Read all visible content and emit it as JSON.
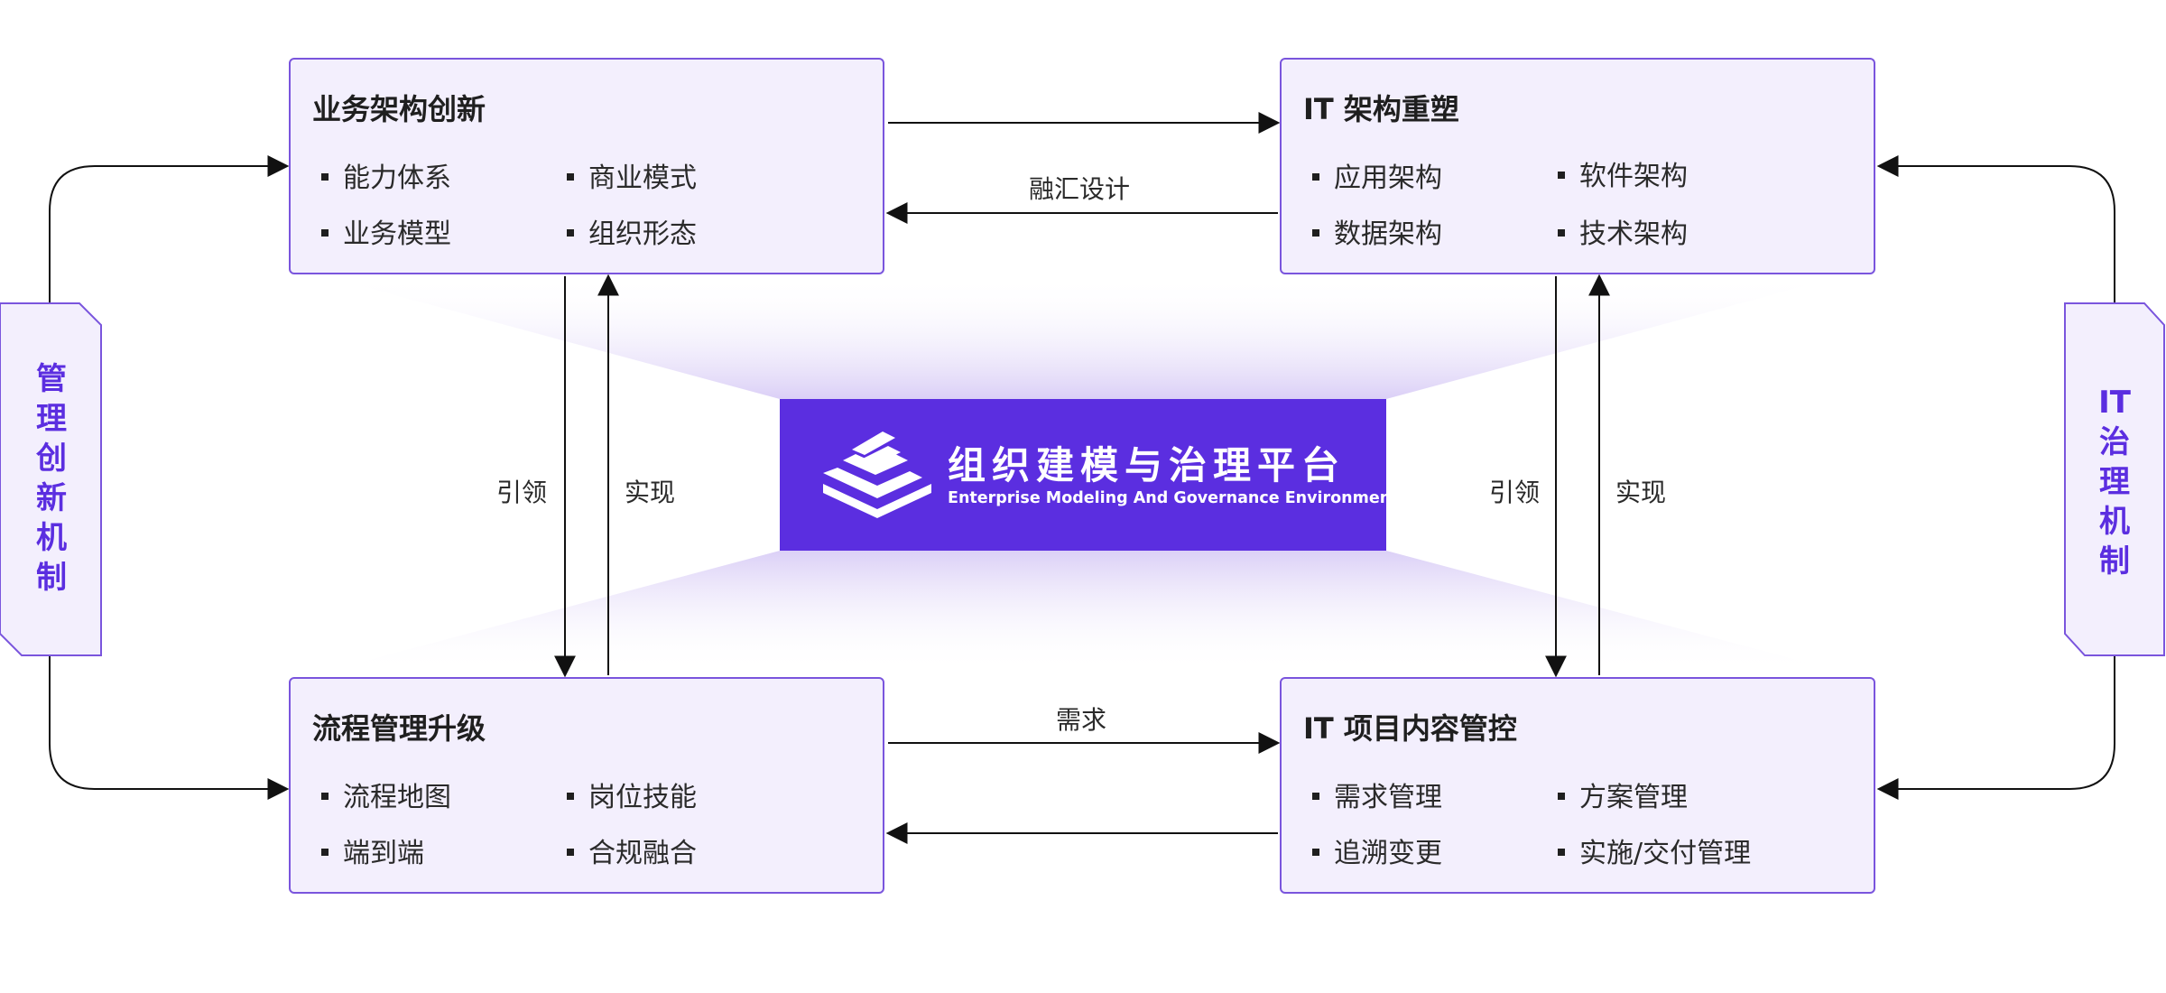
{
  "platform": {
    "title": "组织建模与治理平台",
    "subtitle": "Enterprise Modeling And Governance Environment"
  },
  "boxes": {
    "business": {
      "title": "业务架构创新",
      "items": [
        "能力体系",
        "商业模式",
        "业务模型",
        "组织形态"
      ]
    },
    "it_arch": {
      "title": "IT 架构重塑",
      "items": [
        "应用架构",
        "软件架构",
        "数据架构",
        "技术架构"
      ]
    },
    "process": {
      "title": "流程管理升级",
      "items": [
        "流程地图",
        "岗位技能",
        "端到端",
        "合规融合"
      ]
    },
    "it_project": {
      "title": "IT 项目内容管控",
      "items": [
        "需求管理",
        "方案管理",
        "追溯变更",
        "实施/交付管理"
      ]
    }
  },
  "side_tabs": {
    "left": "管\n理\n创\n新\n机\n制",
    "right": "IT\n治\n理\n机\n制"
  },
  "edge_labels": {
    "fusion_design": "融汇设计",
    "lead_left": "引领",
    "realize_left": "实现",
    "lead_right": "引领",
    "realize_right": "实现",
    "requirement": "需求"
  },
  "colors": {
    "accent": "#5b2ee0",
    "box_fill": "#f3effd",
    "box_border": "#7a55dd"
  }
}
